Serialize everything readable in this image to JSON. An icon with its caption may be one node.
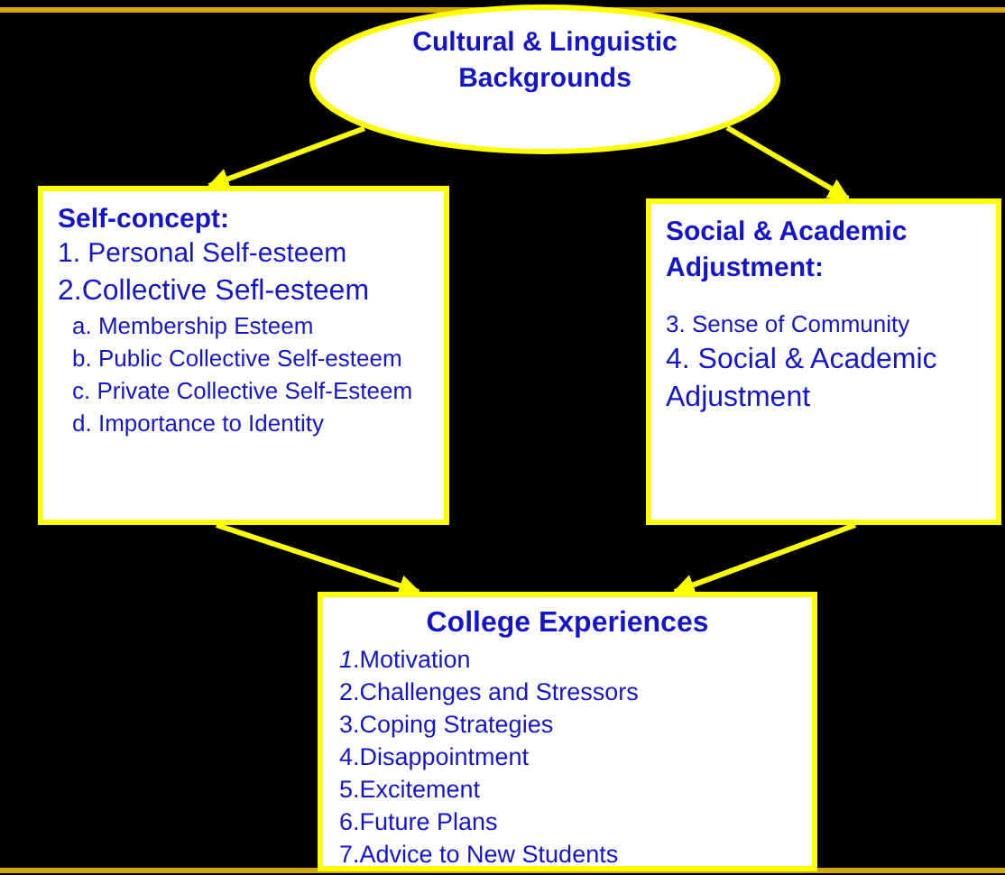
{
  "diagram": {
    "nodes": [
      {
        "text": [
          "Cultural & Linguistic Backgrounds"
        ]
      },
      {
        "text": [
          "Self-concept:",
          "1. Personal Self-esteem",
          "2.Collective Sefl-esteem",
          "a. Membership Esteem",
          "b. Public Collective Self-esteem",
          "c. Private Collective Self-Esteem",
          "d. Importance to Identity"
        ]
      },
      {
        "text": [
          "Social & Academic Adjustment:",
          "3. Sense of Community",
          "4. Social & Academic Adjustment"
        ]
      },
      {
        "text": [
          "College Experiences",
          "*1*.Motivation",
          "2.Challenges and Stressors",
          "3.Coping Strategies",
          "4.Disappointment",
          "5.Excitement",
          "6.Future Plans",
          "7.Advice to New Students"
        ]
      }
    ],
    "edges": [
      {
        "from": 0,
        "to": 1,
        "arrow": "to"
      },
      {
        "from": 0,
        "to": 2,
        "arrow": "to"
      },
      {
        "from": 1,
        "to": 3,
        "arrow": "to"
      },
      {
        "from": 2,
        "to": 3,
        "arrow": "to"
      }
    ]
  }
}
